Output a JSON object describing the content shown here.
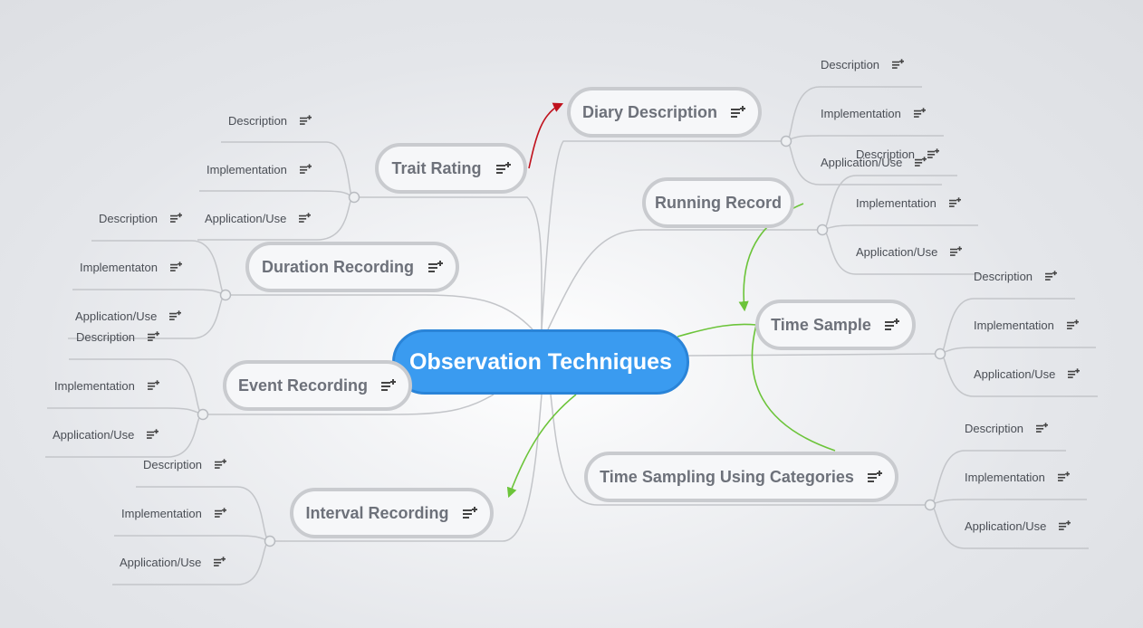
{
  "central": {
    "title": "Observation Techniques"
  },
  "branches": [
    {
      "id": "trait",
      "label": "Trait Rating",
      "children": [
        "Description",
        "Implementation",
        "Application/Use"
      ]
    },
    {
      "id": "diary",
      "label": "Diary Description",
      "children": [
        "Description",
        "Implementation",
        "Application/Use"
      ]
    },
    {
      "id": "running",
      "label": "Running Record",
      "children": [
        "Description",
        "Implementation",
        "Application/Use"
      ]
    },
    {
      "id": "duration",
      "label": "Duration Recording",
      "children": [
        "Description",
        "Implementaton",
        "Application/Use"
      ]
    },
    {
      "id": "timesample",
      "label": "Time Sample",
      "children": [
        "Description",
        "Implementation",
        "Application/Use"
      ]
    },
    {
      "id": "event",
      "label": "Event Recording",
      "children": [
        "Description",
        "Implementation",
        "Application/Use"
      ]
    },
    {
      "id": "timesampling",
      "label": "Time Sampling Using Categories",
      "children": [
        "Description",
        "Implementation",
        "Application/Use"
      ]
    },
    {
      "id": "interval",
      "label": "Interval Recording",
      "children": [
        "Description",
        "Implementation",
        "Application/Use"
      ]
    }
  ],
  "colors": {
    "central_fill": "#3a9bf0",
    "node_fill": "#f6f7f9",
    "node_border": "#c9cbcf",
    "link_gray": "#c3c5c9",
    "arrow_red": "#c0121d",
    "arrow_green": "#6cc43a"
  },
  "icons": {
    "note": "note-icon"
  }
}
